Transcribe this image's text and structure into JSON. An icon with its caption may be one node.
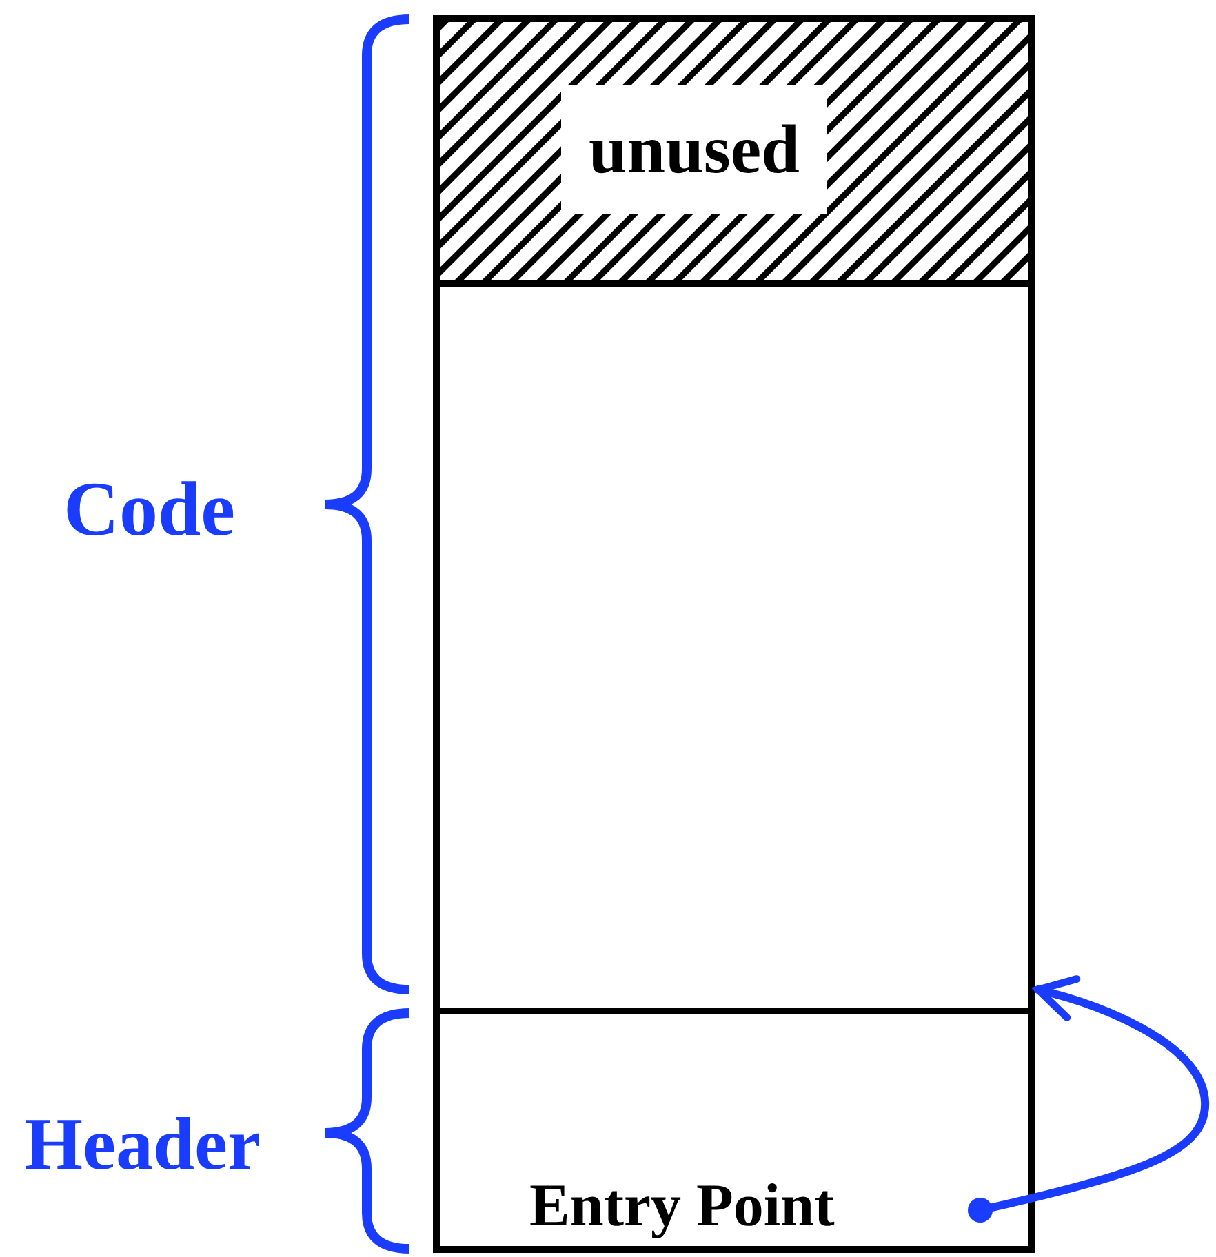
{
  "diagram": {
    "nodes": [
      {
        "text": [
          "unused"
        ]
      },
      {
        "text": [],
        "shape": "box"
      },
      {
        "text": [],
        "shape": "box"
      },
      {
        "text": [
          "Entry Point"
        ],
        "in": 2
      }
    ],
    "edges": [
      {
        "from": 3,
        "to": 1,
        "arrow": "to",
        "color": "#1a3cff"
      }
    ],
    "labels": [
      "Code",
      "Header"
    ]
  }
}
